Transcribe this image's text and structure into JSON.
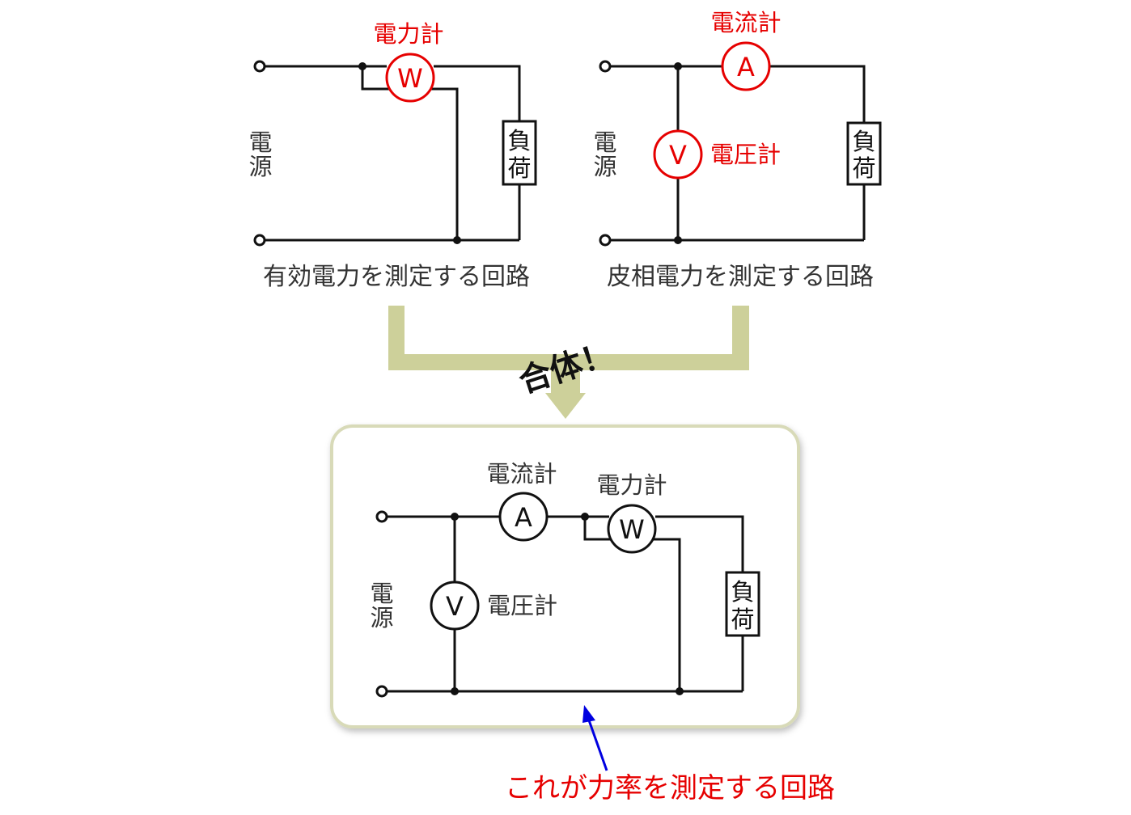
{
  "left_circuit": {
    "meter_label": "電力計",
    "meter_symbol": "W",
    "source_label_1": "電",
    "source_label_2": "源",
    "load_label_1": "負",
    "load_label_2": "荷",
    "caption": "有効電力を測定する回路"
  },
  "right_circuit": {
    "ammeter_label": "電流計",
    "ammeter_symbol": "A",
    "voltmeter_label": "電圧計",
    "voltmeter_symbol": "V",
    "source_label_1": "電",
    "source_label_2": "源",
    "load_label_1": "負",
    "load_label_2": "荷",
    "caption": "皮相電力を測定する回路"
  },
  "merge_label": "合体！",
  "combined_circuit": {
    "ammeter_label": "電流計",
    "ammeter_symbol": "A",
    "wattmeter_label": "電力計",
    "wattmeter_symbol": "W",
    "voltmeter_label": "電圧計",
    "voltmeter_symbol": "V",
    "source_label_1": "電",
    "source_label_2": "源",
    "load_label_1": "負",
    "load_label_2": "荷"
  },
  "annotation": "これが力率を測定する回路",
  "colors": {
    "meter_red": "#e60000",
    "merge_arrow": "#cdd09a",
    "panel_border": "#d8dab8",
    "pointer_arrow": "#0000e0"
  }
}
